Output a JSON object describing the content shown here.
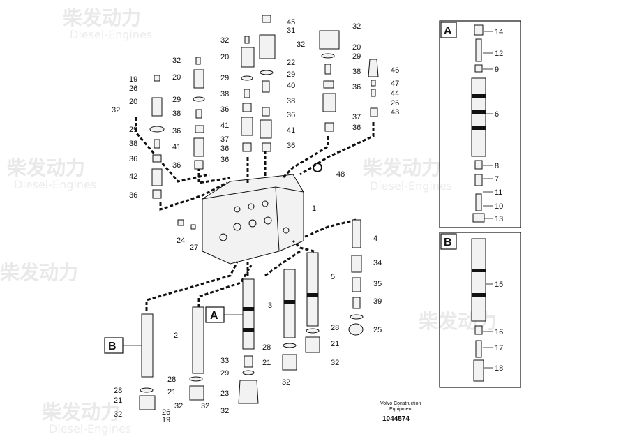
{
  "watermark": {
    "cn": "柴发动力",
    "en": "Diesel-Engines"
  },
  "detail_boxes": [
    {
      "letter": "A",
      "parts": [
        "14",
        "12",
        "9",
        "6",
        "8",
        "7",
        "11",
        "10",
        "13"
      ]
    },
    {
      "letter": "B",
      "parts": [
        "15",
        "16",
        "17",
        "18"
      ]
    }
  ],
  "callouts": {
    "main_A": "A",
    "main_B": "B"
  },
  "part_labels": [
    "45",
    "31",
    "32",
    "32",
    "32",
    "20",
    "20",
    "22",
    "32",
    "29",
    "20",
    "29",
    "29",
    "19",
    "26",
    "38",
    "40",
    "38",
    "20",
    "29",
    "38",
    "36",
    "36",
    "32",
    "38",
    "36",
    "37",
    "29",
    "41",
    "41",
    "36",
    "36",
    "36",
    "38",
    "41",
    "37",
    "36",
    "36",
    "36",
    "46",
    "47",
    "44",
    "26",
    "43",
    "36",
    "42",
    "36",
    "48",
    "1",
    "24",
    "27",
    "4",
    "34",
    "5",
    "35",
    "39",
    "3",
    "2",
    "28",
    "25",
    "21",
    "28",
    "32",
    "21",
    "33",
    "32",
    "29",
    "28",
    "32",
    "21",
    "23",
    "32",
    "28",
    "21",
    "26",
    "19",
    "32",
    "32"
  ],
  "footer": {
    "company_line1": "Volvo Construction",
    "company_line2": "Equipment",
    "doc_number": "1044574"
  }
}
